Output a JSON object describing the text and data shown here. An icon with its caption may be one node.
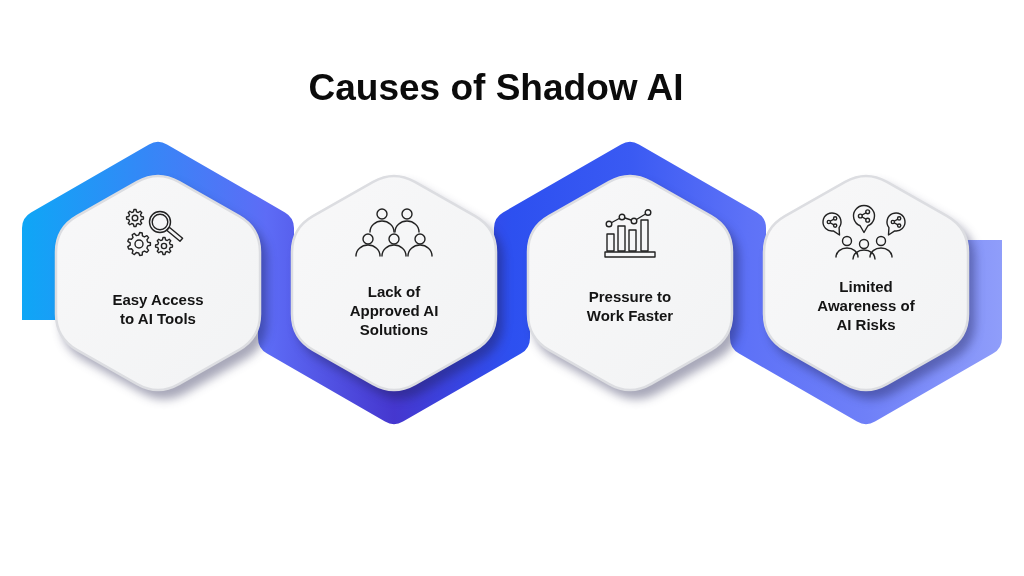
{
  "diagram": {
    "title": "Causes of Shadow AI",
    "nodes": [
      {
        "text": [
          "Easy Access to AI Tools"
        ]
      },
      {
        "text": [
          "Lack of Approved AI Solutions"
        ]
      },
      {
        "text": [
          "Pressure to Work Faster"
        ]
      },
      {
        "text": [
          "Limited Awareness of AI Risks"
        ]
      }
    ]
  }
}
